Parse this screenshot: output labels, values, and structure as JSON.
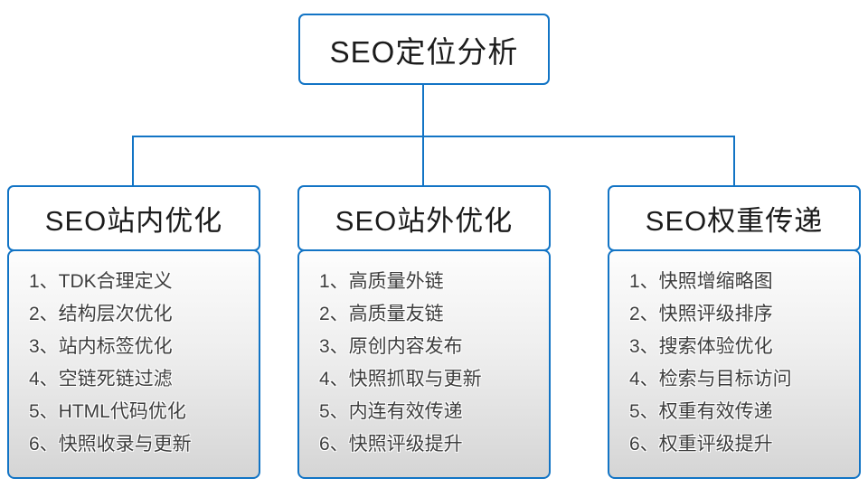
{
  "root": {
    "title": "SEO定位分析"
  },
  "columns": [
    {
      "title": "SEO站内优化",
      "items": [
        "1、TDK合理定义",
        "2、结构层次优化",
        "3、站内标签优化",
        "4、空链死链过滤",
        "5、HTML代码优化",
        "6、快照收录与更新"
      ]
    },
    {
      "title": "SEO站外优化",
      "items": [
        "1、高质量外链",
        "2、高质量友链",
        "3、原创内容发布",
        "4、快照抓取与更新",
        "5、内连有效传递",
        "6、快照评级提升"
      ]
    },
    {
      "title": "SEO权重传递",
      "items": [
        "1、快照增缩略图",
        "2、快照评级排序",
        "3、搜索体验优化",
        "4、检索与目标访问",
        "5、权重有效传递",
        "6、权重评级提升"
      ]
    }
  ],
  "colors": {
    "connector_blue": "#1274c5",
    "text_dark": "#1b1b1b",
    "list_text": "#3d3d3d",
    "panel_gradient_top": "#fdfdfd",
    "panel_gradient_bottom": "#d5d5d5"
  }
}
